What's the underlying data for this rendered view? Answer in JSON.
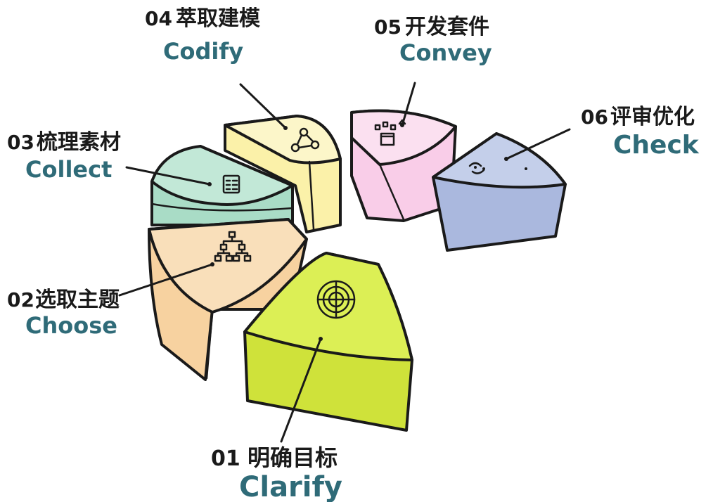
{
  "diagram": {
    "steps": [
      {
        "number": "01",
        "title_zh": "明确目标",
        "title_en": "Clarify",
        "color": "#d6ea3f",
        "icon": "target-icon"
      },
      {
        "number": "02",
        "title_zh": "选取主题",
        "title_en": "Choose",
        "color": "#f7d2a0",
        "icon": "hierarchy-icon"
      },
      {
        "number": "03",
        "title_zh": "梳理素材",
        "title_en": "Collect",
        "color": "#a9dcc6",
        "icon": "list-icon"
      },
      {
        "number": "04",
        "title_zh": "萃取建模",
        "title_en": "Codify",
        "color": "#fbf1a9",
        "icon": "network-icon"
      },
      {
        "number": "05",
        "title_zh": "开发套件",
        "title_en": "Convey",
        "color": "#f9cde8",
        "icon": "toolkit-icon"
      },
      {
        "number": "06",
        "title_zh": "评审优化",
        "title_en": "Check",
        "color": "#aab8de",
        "icon": "review-icon"
      }
    ]
  }
}
